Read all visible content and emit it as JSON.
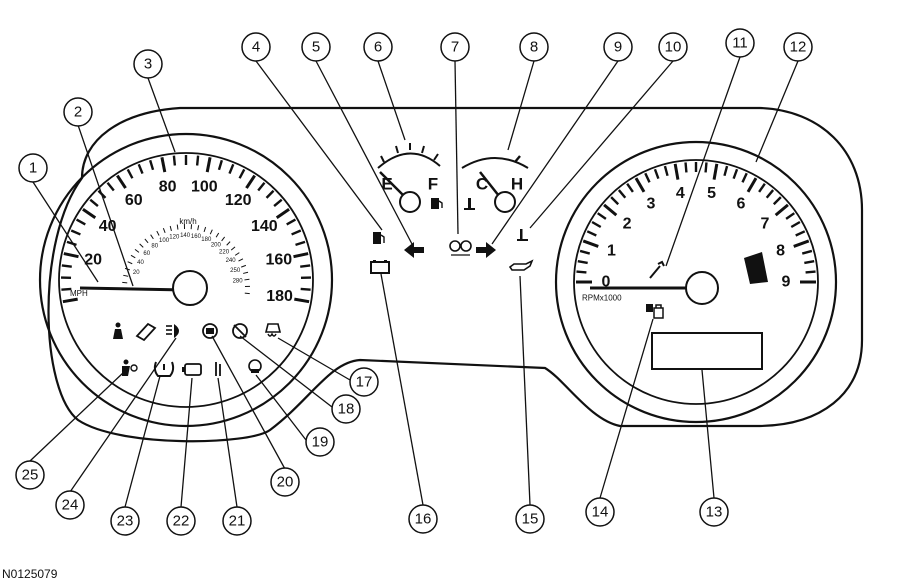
{
  "figure_id": "N0125079",
  "speedometer": {
    "mph_ticks": [
      "20",
      "40",
      "60",
      "80",
      "100",
      "120",
      "140",
      "160",
      "180"
    ],
    "mph_unit": "MPH",
    "kmh_unit": "km/h",
    "kmh_ticks": [
      "20",
      "40",
      "60",
      "80",
      "100",
      "120",
      "140",
      "160",
      "180",
      "200",
      "220",
      "240",
      "250",
      "280"
    ]
  },
  "tachometer": {
    "ticks": [
      "0",
      "1",
      "2",
      "3",
      "4",
      "5",
      "6",
      "7",
      "8",
      "9"
    ],
    "unit": "RPMx1000"
  },
  "fuel_gauge": {
    "empty": "E",
    "full": "F"
  },
  "temp_gauge": {
    "cold": "C",
    "hot": "H"
  },
  "callouts": [
    "1",
    "2",
    "3",
    "4",
    "5",
    "6",
    "7",
    "8",
    "9",
    "10",
    "11",
    "12",
    "13",
    "14",
    "15",
    "16",
    "17",
    "18",
    "19",
    "20",
    "21",
    "22",
    "23",
    "24",
    "25"
  ],
  "icons": [
    "seatbelt-icon",
    "check-gauge-icon",
    "high-beam-icon",
    "fuel-door-icon",
    "left-turn-arrow-icon",
    "brake-icon",
    "right-turn-arrow-icon",
    "coolant-temp-icon",
    "oil-pressure-icon",
    "battery-icon",
    "wrench-icon",
    "security-icon",
    "tire-pressure-icon",
    "engine-icon",
    "overdrive-icon",
    "abs-icon",
    "powertrain-icon",
    "traction-icon",
    "airbag-icon",
    "low-fuel-icon"
  ]
}
